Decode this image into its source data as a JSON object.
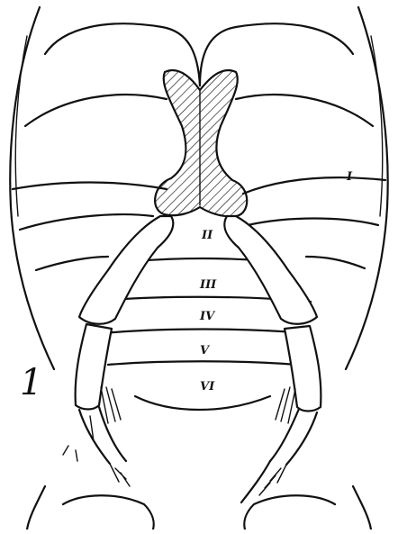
{
  "figure": {
    "figure_number": "1",
    "segment_labels": [
      "I",
      "II",
      "III",
      "IV",
      "V",
      "VI"
    ]
  }
}
